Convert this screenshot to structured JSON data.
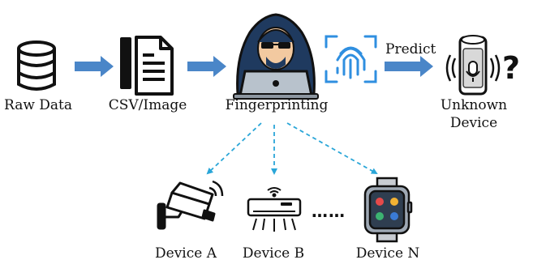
{
  "nodes": {
    "raw_data": "Raw Data",
    "csv_image": "CSV/Image",
    "fingerprinting": "Fingerprinting",
    "unknown_device_line1": "Unknown",
    "unknown_device_line2": "Device",
    "device_a": "Device A",
    "device_b": "Device B",
    "device_n": "Device N"
  },
  "edges": {
    "predict": "Predict",
    "ellipsis": "……",
    "question_mark": "?"
  },
  "icons": {
    "raw_data": "database-icon",
    "csv_image": "document-icon",
    "fingerprinting": "hacker-laptop-icon",
    "fingerprint": "fingerprint-scan-icon",
    "unknown_device": "smart-speaker-icon",
    "device_a": "security-camera-icon",
    "device_b": "air-conditioner-icon",
    "device_n": "smartwatch-icon"
  },
  "colors": {
    "arrow": "#4a86c8",
    "dashed_arrow": "#2aa6d8",
    "icon_outline": "#111111",
    "fingerprint": "#2f8fe0",
    "hacker_hood": "#1f3a5f",
    "speaker_accent": "#3a3a3a",
    "watch_apps": [
      "#e64a4a",
      "#f2b233",
      "#3cb371",
      "#3a7bd5"
    ]
  }
}
